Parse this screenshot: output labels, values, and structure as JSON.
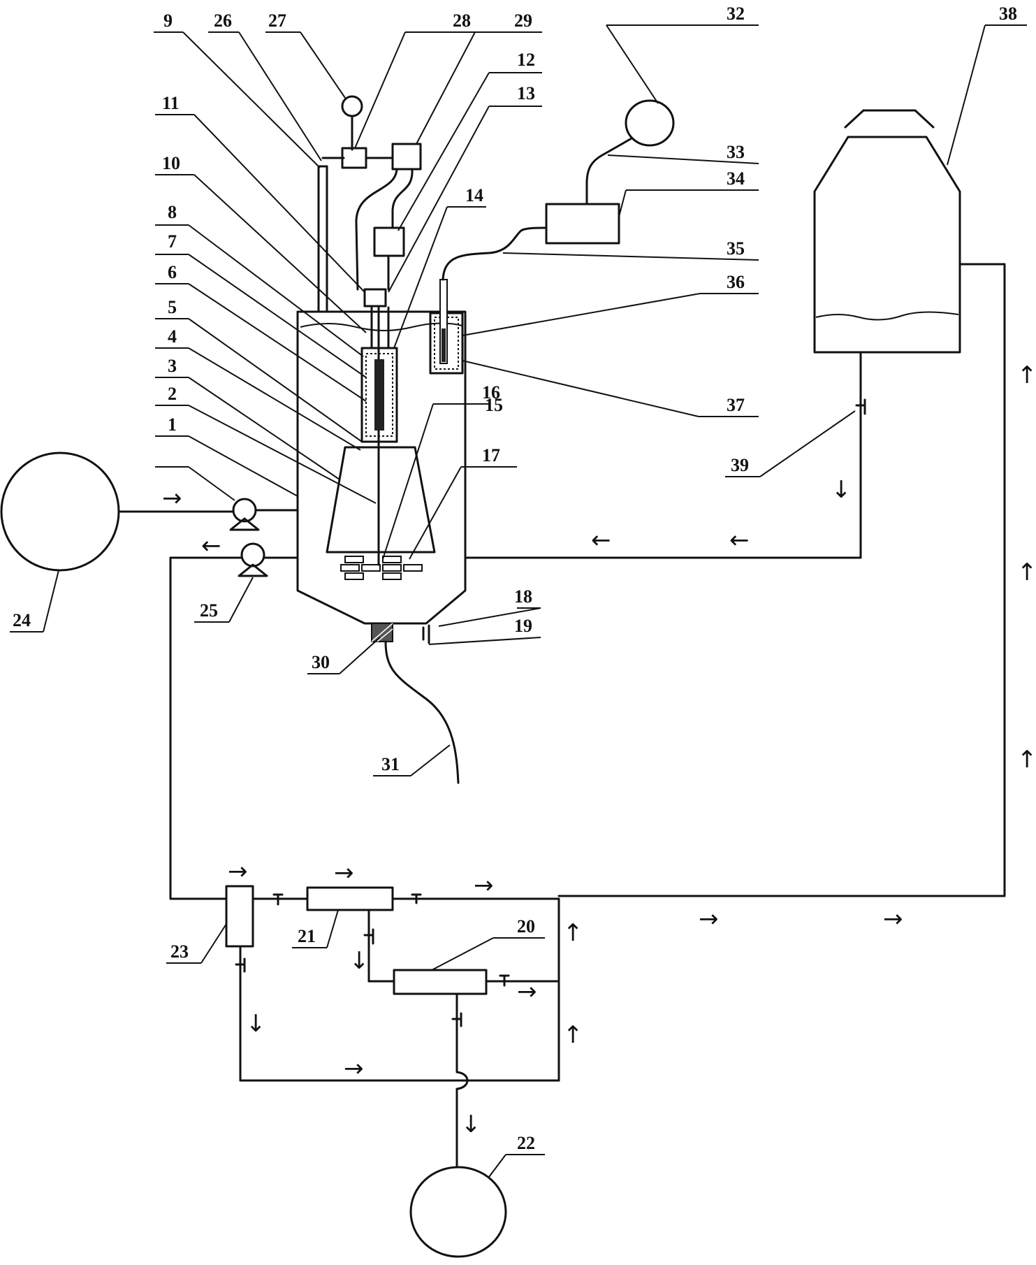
{
  "diagram": {
    "labels": {
      "1": "1",
      "2": "2",
      "3": "3",
      "4": "4",
      "5": "5",
      "6": "6",
      "7": "7",
      "8": "8",
      "9": "9",
      "10": "10",
      "11": "11",
      "12": "12",
      "13": "13",
      "14": "14",
      "15": "15",
      "16": "16",
      "17": "17",
      "18": "18",
      "19": "19",
      "20": "20",
      "21": "21",
      "22": "22",
      "23": "23",
      "24": "24",
      "25": "25",
      "26": "26",
      "27": "27",
      "28": "28",
      "29": "29",
      "30": "30",
      "31": "31",
      "32": "32",
      "33": "33",
      "34": "34",
      "35": "35",
      "36": "36",
      "37": "37",
      "38": "38",
      "39": "39"
    },
    "arrow_glyphs": {
      "right": "→",
      "left": "←",
      "up": "↑",
      "down": "↓"
    }
  }
}
